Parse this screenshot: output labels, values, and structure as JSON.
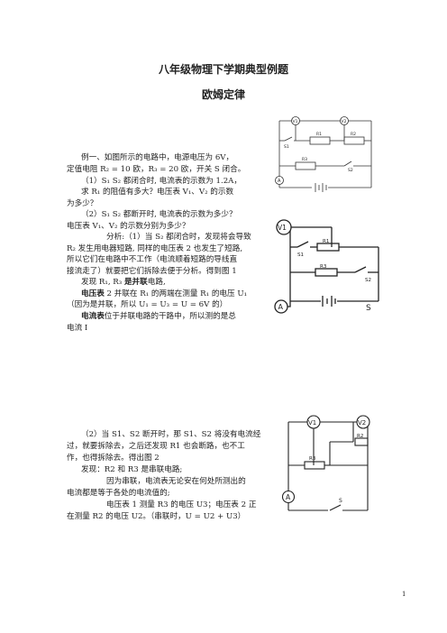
{
  "header": {
    "title": "八年级物理下学期典型例题",
    "subtitle": "欧姆定律"
  },
  "problem": {
    "l1": "例一、如图所示的电路中，电源电压为 6V，",
    "l2": "定值电阻 R₂ = 10 欧，R₃ = 20 欧，开关 S 闭合。",
    "l3": "（1）S₁ S₂ 都闭合时, 电流表的示数为 1.2A，",
    "l4": "求 R₁ 的阻值有多大？电压表 V₁、V₂ 的示数",
    "l5": "为多少？",
    "l6": "（2）S₁ S₂ 都断开时, 电流表的示数为多少？",
    "l7": "电压表 V₁、V₂ 的示数分别为多少？"
  },
  "analysis1": {
    "l1": "分析:（1）当 S₂ 都闭合时，发现将会导致",
    "l2": "R₂ 发生用电器短路, 同样的电压表 2 也发生了短路,",
    "l3": "所以它们在电路中不工作（电流顺着短路的导线直",
    "l4": "接流走了）就要把它们拆除去便于分析。得到图 1",
    "l5a": "发现 R₁, R₃ ",
    "l5b": "是并联",
    "l5c": "电路,",
    "l6a": "电压表",
    "l6b": " 2 并联在 R₁ 的两端在测量 R₁ 的电压 U₁",
    "l7": "（因为是并联，所以 U₁ = U₃ = U = 6V 的）",
    "l8a": "电流表",
    "l8b": "位于并联电路的干路中，所以测的是总",
    "l9": "电流 I"
  },
  "analysis2": {
    "l1": "（2）当 S1、S2 断开时，那 S1、S2 将没有电流经",
    "l2": "过，就要拆除去，之后还发现 R1 也会断路，也不工",
    "l3": "作，也得拆除去。得出图 2",
    "l4": "发现：R2 和 R3 是串联电路;",
    "l5": "因为串联，电流表无论安在何处所测出的",
    "l6": "电流都是等于各处的电流值的;",
    "l7": "电压表 1 测量 R3 的电压 U3；电压表 2 正",
    "l8": "在测量 R2 的电压 U2。（串联时，U = U2 + U3）"
  },
  "figures": {
    "main": {
      "v1": "V1",
      "v2": "V2",
      "r1": "R1",
      "r2": "R2",
      "r3": "R3",
      "s1": "S1",
      "s2": "S2",
      "a": "A"
    },
    "fig1": {
      "v1": "V1",
      "r1": "R1",
      "r3": "R3",
      "s1": "S1",
      "s2": "S2",
      "s": "S",
      "a": "A"
    },
    "fig2": {
      "v1": "V1",
      "v2": "V2",
      "r2": "R2",
      "r3": "R3",
      "s": "S",
      "a": "A"
    }
  },
  "footer": {
    "page_number": "1"
  }
}
